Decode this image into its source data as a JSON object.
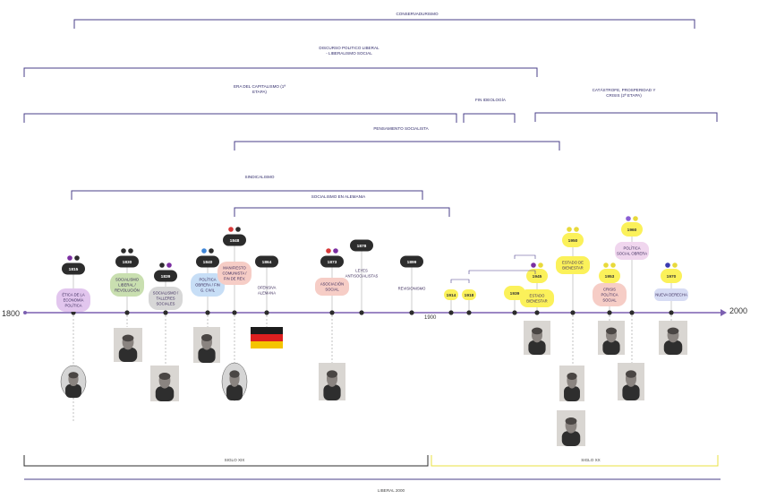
{
  "axis": {
    "start_label": "1800",
    "end_label": "2000",
    "mid_label": "1900"
  },
  "periods": [
    {
      "id": "conservadurismo",
      "label": "CONSERVADURISMO"
    },
    {
      "id": "liberalismo-social",
      "label": "DISCURSO POLITICO LIBERAL - LIBERALISMO SOCIAL"
    },
    {
      "id": "era-capitalismo",
      "label": "ERA DEL CAPITALISMO (1ª ETAPA)"
    },
    {
      "id": "fin-ideologia",
      "label": "FIN IDEOLOGÍA"
    },
    {
      "id": "catastrofe",
      "label": "CATÁSTROFE, PROSPERIDAD Y CRISIS (2ª ETAPA)"
    },
    {
      "id": "pensamiento-socialista",
      "label": "PENSAMIENTO SOCIALISTA"
    },
    {
      "id": "sindicalismo",
      "label": "SINDICALISMO"
    },
    {
      "id": "socialismo-alemania",
      "label": "SOCIALISMO EN ALEMANIA"
    }
  ],
  "events": [
    {
      "year": "1815",
      "caption": "ÉTICA DE LA ECONOMÍA POLÍTICA",
      "capColor": "#e2c6ee",
      "dots": [
        "#7b2ea1",
        "#2c2c2c"
      ]
    },
    {
      "year": "1830",
      "caption": "SOCIALISMO LIBERAL / REVOLUCIÓN",
      "capColor": "#c9dfb0",
      "dots": [
        "#2c2c2c",
        "#2c2c2c"
      ]
    },
    {
      "year": "1839",
      "caption": "SOCIALISMO / TALLERES SOCIALES",
      "capColor": "#d7d7d7",
      "dots": [
        "#2c2c2c",
        "#7b2ea1"
      ]
    },
    {
      "year": "1840",
      "caption": "POLÍTICA OBRERA / FIN G. CIVIL",
      "capColor": "#c7def6",
      "dots": [
        "#3f86d8",
        "#2c2c2c"
      ]
    },
    {
      "year": "1848",
      "caption": "MANIFIESTO COMUNISTA / FIN DE REV.",
      "capColor": "#f6cdc6",
      "dots": [
        "#d83a3a",
        "#2c2c2c"
      ]
    },
    {
      "year": "1864",
      "caption": "OFENSIVA ALEMANA",
      "capColor": "#ffffff",
      "dots": []
    },
    {
      "year": "1873",
      "caption": "ASOCIACIÓN SOCIAL",
      "capColor": "#f6cdc6",
      "dots": [
        "#d83a3a",
        "#7b2ea1"
      ]
    },
    {
      "year": "1878",
      "caption": "LEYES ANTISOCIALISTAS",
      "capColor": "#ffffff",
      "dots": []
    },
    {
      "year": "1899",
      "caption": "REVISIONISMO",
      "capColor": "#ffffff",
      "dots": []
    },
    {
      "year": "1914",
      "caption": "",
      "capColor": "#fbf15a",
      "dots": []
    },
    {
      "year": "1918",
      "caption": "",
      "capColor": "#fbf15a",
      "dots": []
    },
    {
      "year": "1939",
      "caption": "",
      "capColor": "#fbf15a",
      "dots": []
    },
    {
      "year": "1945",
      "caption": "ESTADO BIENESTAR",
      "capColor": "#fbf15a",
      "dots": [
        "#7b2ea1",
        "#e8d93a"
      ]
    },
    {
      "year": "1950",
      "caption": "ESTADO DE BIENESTAR",
      "capColor": "#fbf15a",
      "dots": [
        "#e8d93a",
        "#e8d93a"
      ]
    },
    {
      "year": "1953",
      "caption": "CRISIS POLÍTICA SOCIAL",
      "capColor": "#f6cdc6",
      "dots": [
        "#e8d93a",
        "#e8d93a"
      ]
    },
    {
      "year": "1960",
      "caption": "POLÍTICA SOCIAL OBRERA",
      "capColor": "#f0d6ee",
      "dots": [
        "#8a5fd4",
        "#e8d93a"
      ]
    },
    {
      "year": "1970",
      "caption": "NUEVA DERECHA",
      "capColor": "#d7dcf4",
      "dots": [
        "#3a3ab0",
        "#e8d93a"
      ]
    }
  ],
  "eras": [
    {
      "id": "siglo-xix",
      "label": "SIGLO XIX"
    },
    {
      "id": "siglo-xx",
      "label": "SIGLO XX"
    }
  ],
  "footer": {
    "label": "LIBERAL 2000"
  },
  "colors": {
    "axis": "#7b5fb0",
    "bracket": "#4a3f8a",
    "pill": "#2c2c2c",
    "yellow": "#fbf15a"
  }
}
